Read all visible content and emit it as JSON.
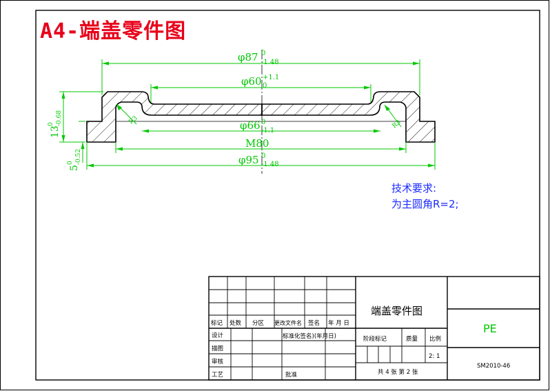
{
  "drawing": {
    "title": "A4-端盖零件图",
    "dimensions": {
      "d87": {
        "main": "φ87",
        "upper": "0",
        "lower": "-1.48"
      },
      "d60": {
        "main": "φ60",
        "upper": "+1.1",
        "lower": "0"
      },
      "d66": {
        "main": "φ66",
        "upper": "0",
        "lower": "-1.1"
      },
      "m80": {
        "main": "M80"
      },
      "d95": {
        "main": "φ95",
        "upper": "0",
        "lower": "-1.48"
      },
      "h13": {
        "main": "13",
        "upper": "0",
        "lower": "-0.68"
      },
      "h5": {
        "main": "5",
        "upper": "0",
        "lower": "-0.52"
      },
      "r_left": "R3",
      "r_right": "R3"
    },
    "notes": {
      "heading": "技术要求:",
      "line1": "为主圆角R=2;"
    }
  },
  "title_block": {
    "part_name": "端盖零件图",
    "material": "PE",
    "drawing_no": "SM2010-46",
    "scale": "2: 1",
    "sheets": "共 4 张 第 2 张",
    "headers": [
      "标记",
      "处数",
      "分区",
      "更改文件名",
      "签名",
      "年 月 日"
    ],
    "rows": [
      "设计",
      "描图",
      "审核",
      "工艺"
    ],
    "std_sign": "标准化签名)(年月日)",
    "approve": "批准",
    "stage_mark": "阶段标记",
    "weight": "质量",
    "ratio": "比例"
  },
  "colors": {
    "dimension": "#00c800",
    "title": "#e8001a",
    "notes": "#1a2aff",
    "outline": "#000000"
  }
}
